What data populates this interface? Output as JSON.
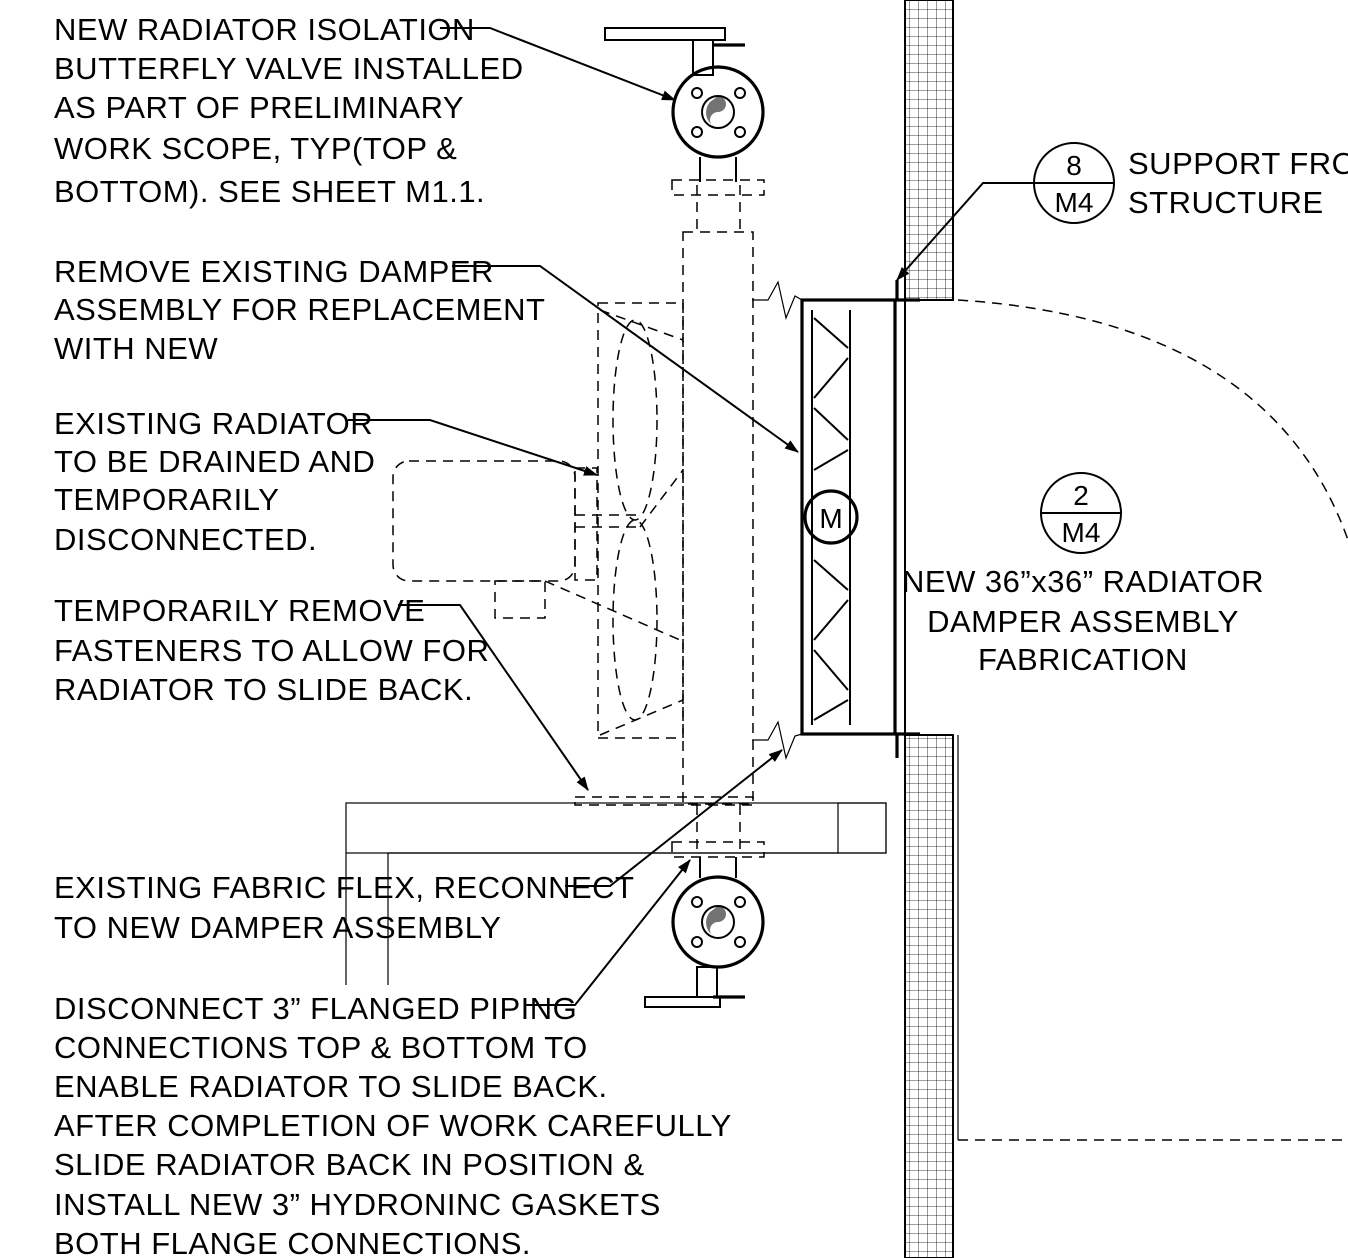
{
  "notes": {
    "butterfly_valve": [
      "NEW RADIATOR ISOLATION",
      "BUTTERFLY VALVE INSTALLED",
      "AS PART OF PRELIMINARY",
      "WORK SCOPE, TYP(TOP &",
      "BOTTOM).  SEE SHEET M1.1."
    ],
    "remove_damper": [
      "REMOVE EXISTING DAMPER",
      "ASSEMBLY FOR REPLACEMENT",
      "WITH NEW"
    ],
    "existing_radiator": [
      "EXISTING RADIATOR",
      "TO BE DRAINED AND",
      "TEMPORARILY",
      "DISCONNECTED."
    ],
    "fasteners": [
      "TEMPORARILY REMOVE",
      "FASTENERS TO ALLOW FOR",
      "RADIATOR TO SLIDE BACK."
    ],
    "fabric_flex": [
      "EXISTING FABRIC FLEX, RECONNECT",
      "TO NEW DAMPER ASSEMBLY"
    ],
    "disconnect_piping": [
      "DISCONNECT 3” FLANGED PIPING",
      "CONNECTIONS TOP & BOTTOM TO",
      "ENABLE RADIATOR TO SLIDE BACK.",
      "AFTER COMPLETION OF WORK CAREFULLY",
      "SLIDE RADIATOR BACK IN POSITION &",
      "INSTALL NEW 3” HYDRONINC GASKETS",
      "BOTH FLANGE CONNECTIONS."
    ],
    "support": [
      "SUPPORT FROM",
      "STRUCTURE"
    ],
    "new_damper": [
      "NEW 36”x36” RADIATOR",
      "DAMPER ASSEMBLY",
      "FABRICATION"
    ]
  },
  "detail_tags": {
    "support_tag": {
      "number": "8",
      "sheet": "M4"
    },
    "damper_tag": {
      "number": "2",
      "sheet": "M4"
    }
  },
  "motor_symbol": "M"
}
